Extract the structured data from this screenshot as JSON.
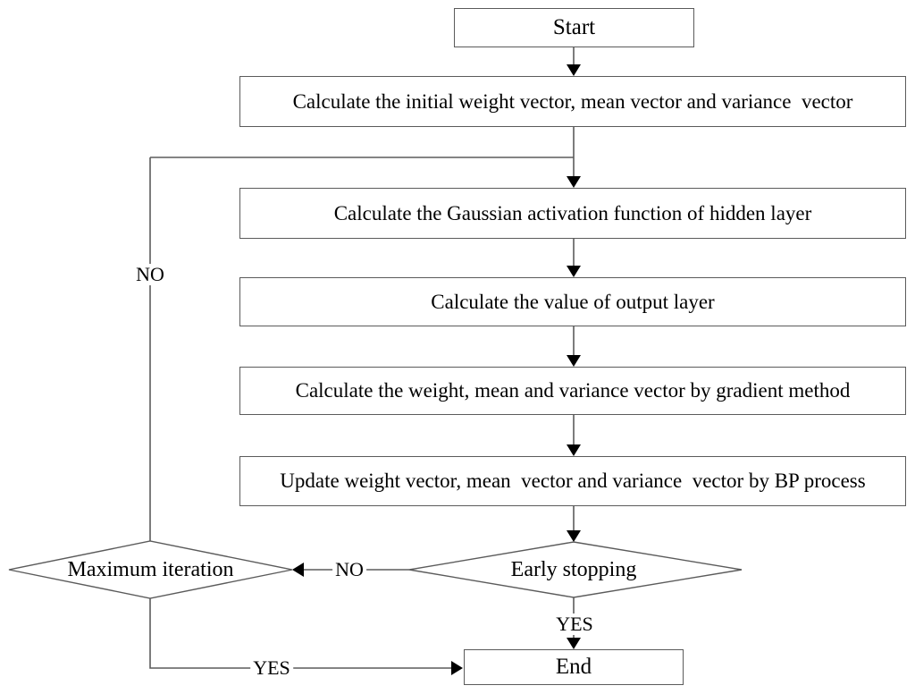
{
  "flowchart": {
    "nodes": {
      "start": "Start",
      "init": "Calculate the initial weight vector, mean vector and variance  vector",
      "gaussian": "Calculate the Gaussian activation function of hidden layer",
      "output": "Calculate the value of output layer",
      "gradient": "Calculate the weight, mean and variance vector by gradient method",
      "update": "Update weight vector, mean  vector and variance  vector by BP process",
      "early_stopping": "Early stopping",
      "max_iteration": "Maximum iteration",
      "end": "End"
    },
    "edge_labels": {
      "no_feedback": "NO",
      "no_between": "NO",
      "yes_early": "YES",
      "yes_max": "YES"
    },
    "colors": {
      "line": "#5b5b5b",
      "arrowhead": "#000000",
      "node_border": "#5b5b5b",
      "node_fill": "#ffffff",
      "text": "#000000",
      "background": "#ffffff"
    }
  }
}
